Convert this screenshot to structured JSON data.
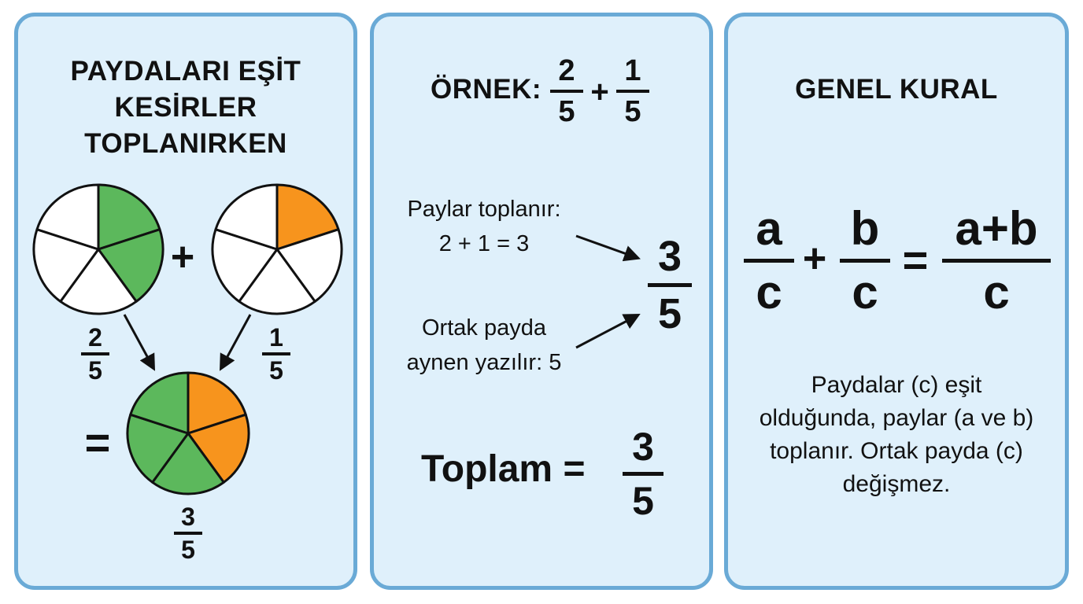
{
  "panel1": {
    "title": [
      "PAYDALARI EŞİT",
      "KESİRLER",
      "TOPLANIRKEN"
    ],
    "plus": "+",
    "equals": "=",
    "left_fraction": {
      "numerator": "2",
      "denominator": "5"
    },
    "right_fraction": {
      "numerator": "1",
      "denominator": "5"
    },
    "result_fraction": {
      "numerator": "3",
      "denominator": "5"
    },
    "pie_left": {
      "slices": 5,
      "filled": 2,
      "fill_color": "#5cb85c"
    },
    "pie_right": {
      "slices": 5,
      "filled": 1,
      "fill_color": "#f7941d"
    },
    "pie_result": {
      "slices": 5,
      "green": 3,
      "orange": 2,
      "green_color": "#5cb85c",
      "orange_color": "#f7941d"
    }
  },
  "panel2": {
    "example_label": "ÖRNEK:",
    "example_a": {
      "numerator": "2",
      "denominator": "5"
    },
    "example_plus": "+",
    "example_b": {
      "numerator": "1",
      "denominator": "5"
    },
    "numerator_note": [
      "Paylar toplanır:",
      "2 + 1 = 3"
    ],
    "denominator_note": [
      "Ortak payda",
      "aynen yazılır: 5"
    ],
    "result": {
      "numerator": "3",
      "denominator": "5"
    },
    "total_label": "Toplam =",
    "total": {
      "numerator": "3",
      "denominator": "5"
    }
  },
  "panel3": {
    "title": "GENEL KURAL",
    "rule_a": {
      "numerator": "a",
      "denominator": "c"
    },
    "plus": "+",
    "rule_b": {
      "numerator": "b",
      "denominator": "c"
    },
    "equals": "=",
    "rule_sum": {
      "numerator": "a+b",
      "denominator": "c"
    },
    "explanation": [
      "Paydalar (c) eşit",
      "olduğunda, paylar (a ve b)",
      "toplanır. Ortak payda (c)",
      "değişmez."
    ]
  },
  "colors": {
    "panel_bg": "#dff0fb",
    "panel_border": "#6aaad6",
    "green": "#5cb85c",
    "orange": "#f7941d"
  }
}
